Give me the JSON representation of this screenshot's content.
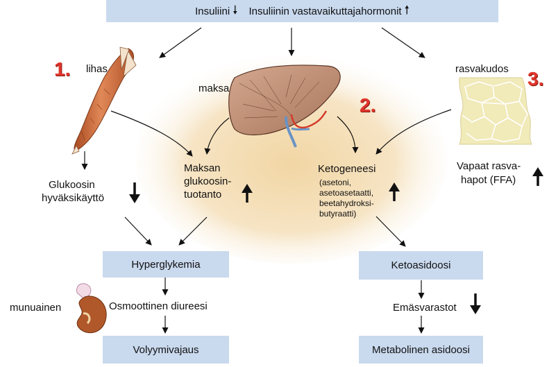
{
  "top_box": {
    "insulin": "Insuliini",
    "insulin_dir": "down",
    "counter": "Insuliinin vastavaikuttajahormonit",
    "counter_dir": "up"
  },
  "muscle": {
    "number": "1.",
    "label": "lihas"
  },
  "liver": {
    "number": "2.",
    "label": "maksa"
  },
  "fat": {
    "number": "3.",
    "label": "rasvakudos"
  },
  "glucose_use": {
    "lines": [
      "Glukoosin",
      "hyväksikäyttö"
    ],
    "dir": "down"
  },
  "liver_glucose": {
    "lines": [
      "Maksan",
      "glukoosin-",
      "tuotanto"
    ],
    "dir": "up"
  },
  "ketogenesis": {
    "title": "Ketogeneesi",
    "detail": [
      "(asetoni,",
      "asetoasetaatti,",
      "beetahydroksi-",
      "butyraatti)"
    ],
    "dir": "up"
  },
  "ffa": {
    "lines": [
      "Vapaat rasva-",
      "hapot (FFA)"
    ],
    "dir": "up"
  },
  "left_chain": {
    "hyperglycemia": "Hyperglykemia",
    "diuresis": "Osmoottinen diureesi",
    "volume_loss": "Volyymivajaus"
  },
  "kidney": {
    "label": "munuainen"
  },
  "right_chain": {
    "ketoacidosis": "Ketoasidoosi",
    "base_reserves": "Emäsvarastot",
    "base_dir": "down",
    "acidosis": "Metabolinen asidoosi"
  },
  "colors": {
    "box_fill": "#c9d9ee",
    "glow": "#f3d9aa",
    "muscle": "#cf6b3c",
    "liver": "#b8836a",
    "fat": "#f1eab9",
    "number_red": "#e0352b"
  }
}
